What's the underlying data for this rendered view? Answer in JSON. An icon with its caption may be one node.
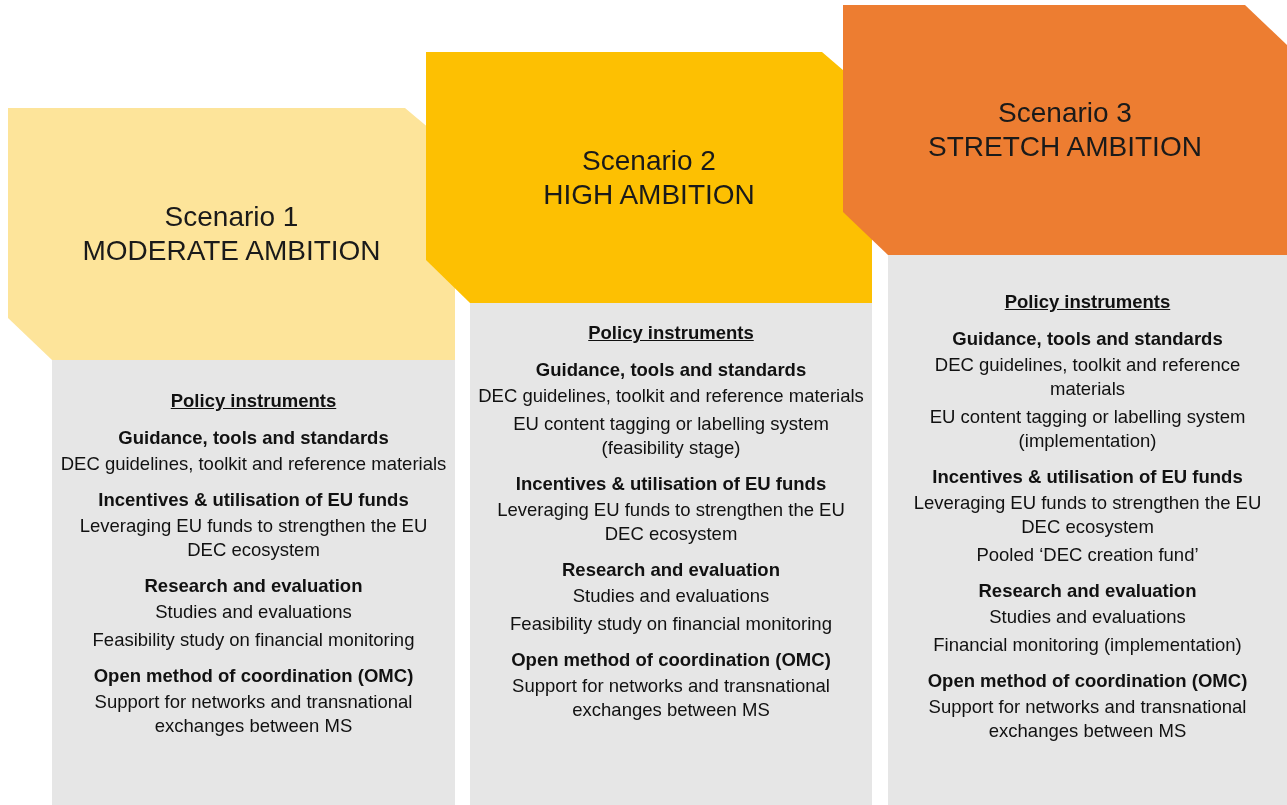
{
  "diagram": {
    "nodes": [
      {
        "text": [
          "Scenario 1",
          "MODERATE AMBITION"
        ]
      },
      {
        "text": [
          "Policy instruments"
        ]
      },
      {
        "text": [
          "Guidance, tools and standards",
          "DEC guidelines, toolkit and reference materials"
        ],
        "in": 1
      },
      {
        "text": [
          "Incentives & utilisation of EU funds",
          "Leveraging EU funds to strengthen the EU DEC ecosystem"
        ],
        "in": 1
      },
      {
        "text": [
          "Research and evaluation",
          "Studies and evaluations",
          "Feasibility study on financial monitoring"
        ],
        "in": 1
      },
      {
        "text": [
          "Open method of coordination (OMC)",
          "Support for networks and transnational exchanges between MS"
        ],
        "in": 1
      },
      {
        "text": [
          "Scenario 2",
          "HIGH AMBITION"
        ]
      },
      {
        "text": [
          "Policy instruments"
        ]
      },
      {
        "text": [
          "Guidance, tools and standards",
          "DEC guidelines, toolkit and reference materials",
          "EU content tagging or labelling system (feasibility stage)"
        ],
        "in": 7
      },
      {
        "text": [
          "Incentives & utilisation of EU funds",
          "Leveraging EU funds to strengthen the EU DEC ecosystem"
        ],
        "in": 7
      },
      {
        "text": [
          "Research and evaluation",
          "Studies and evaluations",
          "Feasibility study on financial monitoring"
        ],
        "in": 7
      },
      {
        "text": [
          "Open method of coordination (OMC)",
          "Support for networks and transnational exchanges between MS"
        ],
        "in": 7
      },
      {
        "text": [
          "Scenario 3",
          "STRETCH AMBITION"
        ]
      },
      {
        "text": [
          "Policy instruments"
        ]
      },
      {
        "text": [
          "Guidance, tools and standards",
          "DEC guidelines, toolkit and reference materials",
          "EU content tagging or labelling system (implementation)"
        ],
        "in": 13
      },
      {
        "text": [
          "Incentives & utilisation of EU funds",
          "Leveraging EU funds to strengthen the EU DEC ecosystem",
          "Pooled ‘DEC creation fund’"
        ],
        "in": 13
      },
      {
        "text": [
          "Research and evaluation",
          "Studies and evaluations",
          "Financial monitoring (implementation)"
        ],
        "in": 13
      },
      {
        "text": [
          "Open method of coordination (OMC)",
          "Support for networks and transnational exchanges between MS"
        ],
        "in": 13
      }
    ]
  }
}
